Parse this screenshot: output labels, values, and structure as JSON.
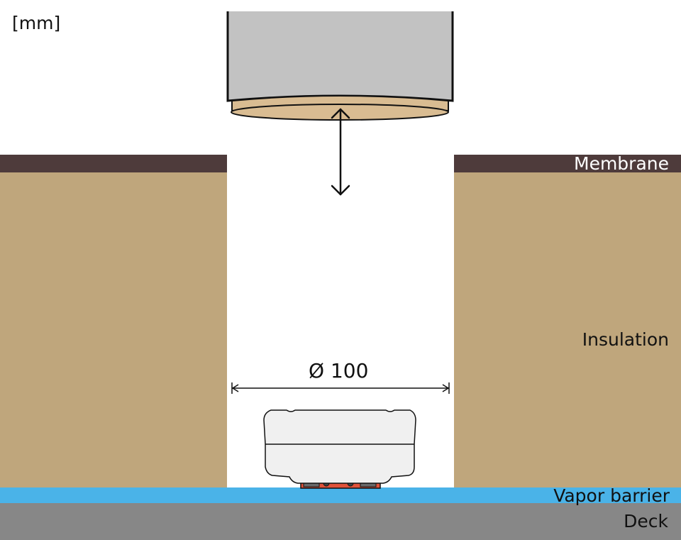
{
  "units": "[mm]",
  "layers": {
    "membrane": "Membrane",
    "insulation": "Insulation",
    "vapor_barrier": "Vapor barrier",
    "deck": "Deck"
  },
  "dimension": {
    "label": "Ø 100"
  },
  "colors": {
    "membrane": "#4e3b3b",
    "insulation": "#bfa67c",
    "vapor_barrier": "#4ab3e8",
    "deck": "#878787",
    "core_drill": "#c2c2c2",
    "drill_bit": "#d9bc92",
    "sensor_body": "#f0f0f0",
    "sensor_base": "#e0523a"
  },
  "icons": {
    "arrow": "double-arrow-vertical-icon",
    "dimension": "dimension-arrow-horizontal-icon"
  }
}
